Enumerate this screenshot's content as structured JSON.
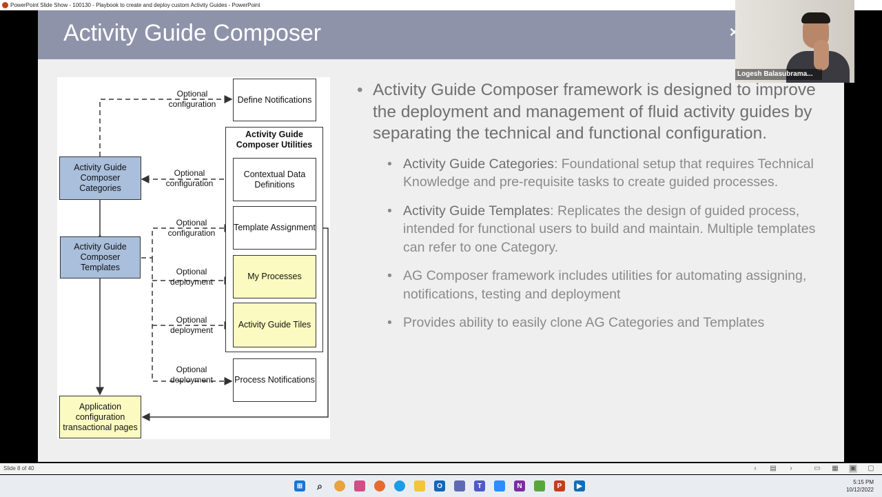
{
  "window": {
    "title": "PowerPoint Slide Show  -  100130 - Playbook to create and deploy custom Activity Guides - PowerPoint"
  },
  "slide": {
    "title": "Activity Guide Composer",
    "diagram": {
      "define_notifications": "Define Notifications",
      "utilities_title": "Activity Guide Composer Utilities",
      "contextual_data": "Contextual Data Definitions",
      "template_assignment": "Template Assignment",
      "my_processes": "My Processes",
      "ag_tiles": "Activity Guide Tiles",
      "process_notifications": "Process Notifications",
      "categories": "Activity Guide Composer Categories",
      "templates": "Activity Guide Composer Templates",
      "application_config": "Application configuration transactional pages",
      "label_1": "Optional configuration",
      "label_2": "Optional configuration",
      "label_3": "Optional configuration",
      "label_4": "Optional deployment",
      "label_5": "Optional deployment",
      "label_6": "Optional deployment"
    },
    "main_bullet": "Activity Guide Composer framework is designed to improve the deployment and management of fluid activity guides by separating the technical and functional configuration.",
    "sub_bullets": [
      {
        "highlight": "Activity Guide Categories",
        "text": ": Foundational setup that requires Technical Knowledge and pre-requisite tasks to create guided processes."
      },
      {
        "highlight": "Activity Guide Templates",
        "text": ": Replicates the design of guided process, intended for functional users to build and maintain. Multiple templates can refer to one Category."
      },
      {
        "highlight": "",
        "text": "AG Composer framework includes utilities for automating assigning, notifications, testing and deployment"
      },
      {
        "highlight": "",
        "text": "Provides ability to easily clone AG Categories and Templates"
      }
    ]
  },
  "video": {
    "participant_name": "Logesh Balasubrama..."
  },
  "status": {
    "slide_counter": "Slide 8 of 40"
  },
  "taskbar": {
    "time": "5:15 PM",
    "date": "10/12/2022"
  },
  "colors": {
    "header": "#8f93aa",
    "blue_box": "#a9bfdc",
    "yellow_box": "#fbfbc1"
  }
}
